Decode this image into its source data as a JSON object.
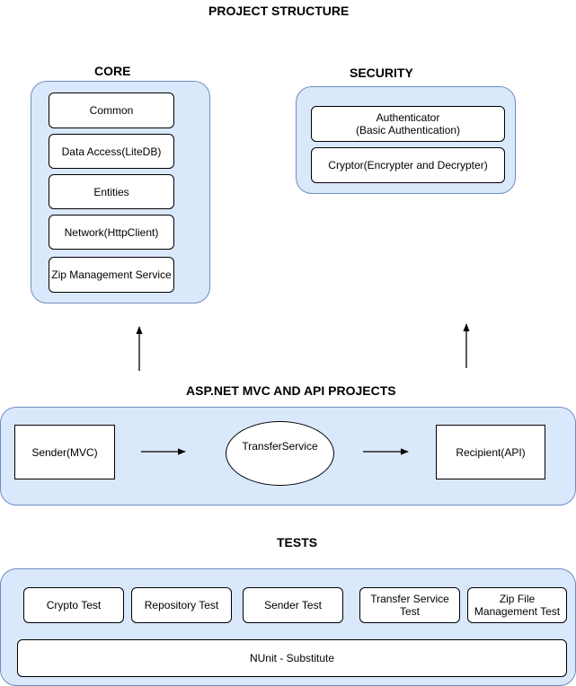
{
  "title": "PROJECT STRUCTURE",
  "core": {
    "title": "CORE",
    "items": [
      "Common",
      "Data Access(LiteDB)",
      "Entities",
      "Network(HttpClient)",
      "Zip Management Service"
    ]
  },
  "security": {
    "title": "SECURITY",
    "items": [
      "Authenticator\n(Basic Authentication)",
      "Cryptor(Encrypter and Decrypter)"
    ]
  },
  "projects": {
    "title": "ASP.NET MVC AND API  PROJECTS",
    "sender": "Sender(MVC)",
    "transfer": "TransferService",
    "recipient": "Recipient(API)"
  },
  "tests": {
    "title": "TESTS",
    "items": [
      "Crypto Test",
      "Repository Test",
      "Sender Test",
      "Transfer Service\nTest",
      "Zip File\nManagement Test"
    ],
    "framework": "NUnit - Substitute"
  },
  "colors": {
    "group_fill": "#dae8fc",
    "group_stroke": "#6c8ebf"
  }
}
